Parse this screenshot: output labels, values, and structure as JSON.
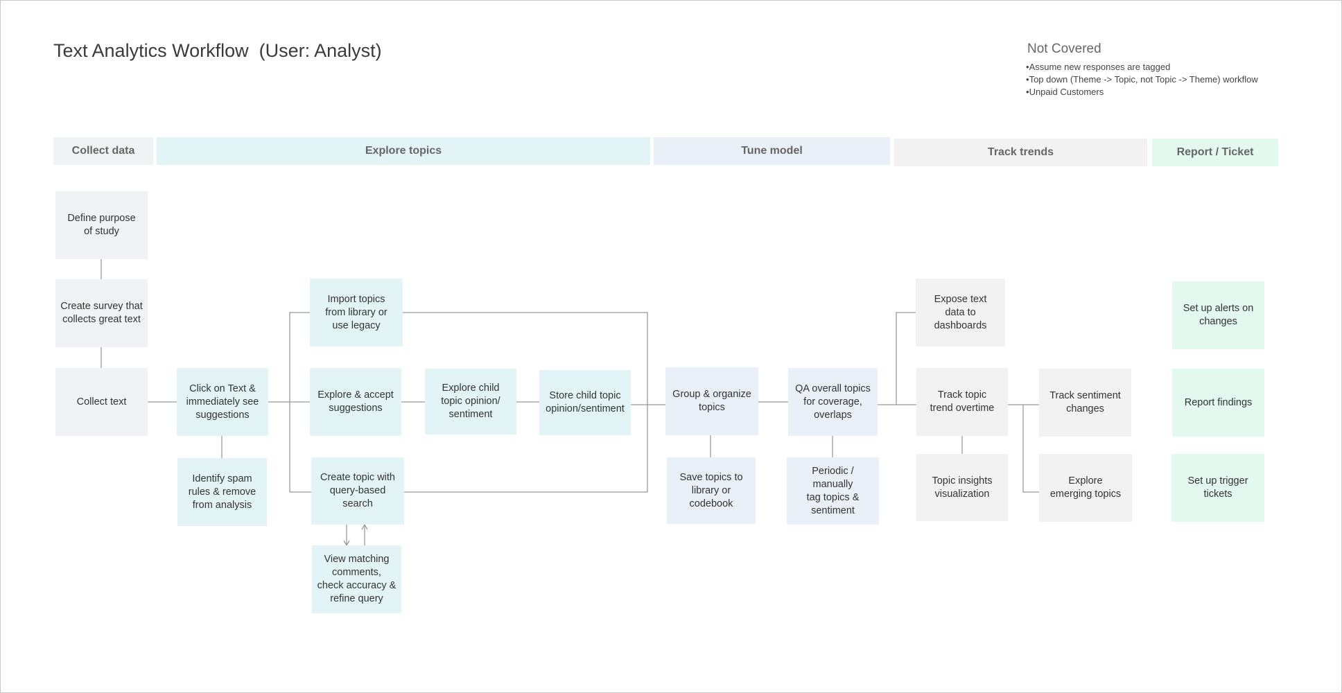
{
  "title": "Text Analytics Workflow  (User: Analyst)",
  "not_covered": {
    "heading": "Not Covered",
    "items": [
      "Assume new responses are tagged",
      "Top down (Theme -> Topic, not Topic -> Theme) workflow",
      "Unpaid Customers"
    ]
  },
  "stages": {
    "collect": "Collect data",
    "explore": "Explore topics",
    "tune": "Tune model",
    "track": "Track trends",
    "report": "Report / Ticket"
  },
  "colors": {
    "collect": "#f1f2f5",
    "explore": "#e3f4f6",
    "tune": "#e9f0f7",
    "track": "#f2f2f2",
    "report": "#e3f8ef",
    "connector": "#999999"
  },
  "steps": {
    "define_purpose": "Define purpose\nof study",
    "create_survey": "Create survey that\ncollects great text",
    "collect_text": "Collect text",
    "click_on_text": "Click on Text &\nimmediately see\nsuggestions",
    "identify_spam": "Identify spam\nrules & remove\nfrom analysis",
    "import_topics": "Import topics\nfrom library or\nuse legacy",
    "explore_accept": "Explore & accept\nsuggestions",
    "create_topic_query": "Create topic with\nquery-based\nsearch",
    "view_matching": "View matching\ncomments,\ncheck accuracy &\nrefine query",
    "explore_child": "Explore child\ntopic opinion/\nsentiment",
    "store_child": "Store child topic\nopinion/sentiment",
    "group_organize": "Group & organize\ntopics",
    "save_topics": "Save topics to\nlibrary or\ncodebook",
    "qa_topics": "QA overall topics\nfor coverage,\noverlaps",
    "periodic_tag": "Periodic / manually\ntag topics &\nsentiment",
    "expose_text": "Expose text\ndata to\ndashboards",
    "track_topic_trend": "Track topic\ntrend overtime",
    "topic_insights": "Topic insights\nvisualization",
    "track_sentiment": "Track sentiment\nchanges",
    "explore_emerging": "Explore\nemerging topics",
    "setup_alerts": "Set up alerts on\nchanges",
    "report_findings": "Report findings",
    "setup_tickets": "Set up trigger\ntickets"
  }
}
